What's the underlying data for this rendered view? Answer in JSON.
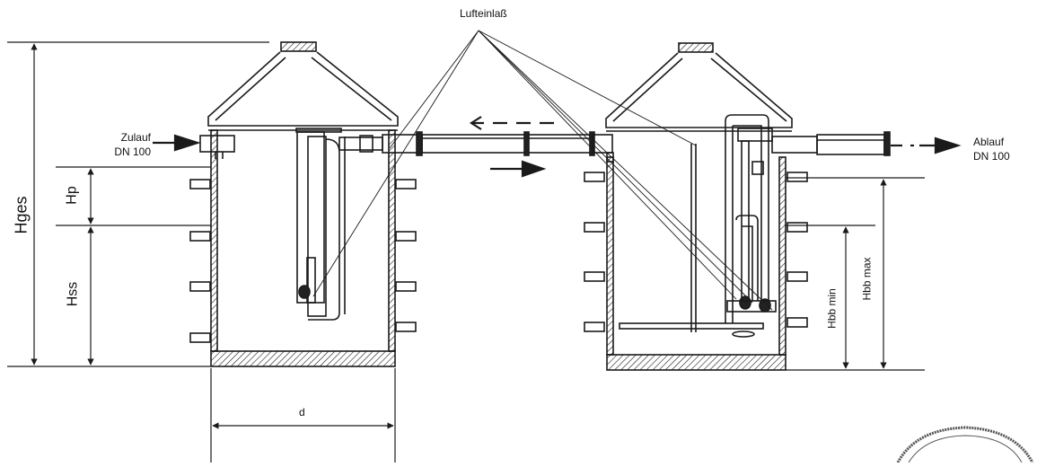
{
  "labels": {
    "air_inlet": "Lufteinlaß",
    "inlet": [
      "Zulauf",
      "DN 100"
    ],
    "outlet": [
      "Ablauf",
      "DN 100"
    ],
    "h_total": "Hges",
    "h_p": "Hp",
    "h_ss": "Hss",
    "h_bb_min": "Hbb min",
    "h_bb_max": "Hbb max",
    "diameter": "d"
  },
  "colors": {
    "line": "#1a1a1a",
    "hatch": "#1a1a1a",
    "background": "#ffffff"
  }
}
